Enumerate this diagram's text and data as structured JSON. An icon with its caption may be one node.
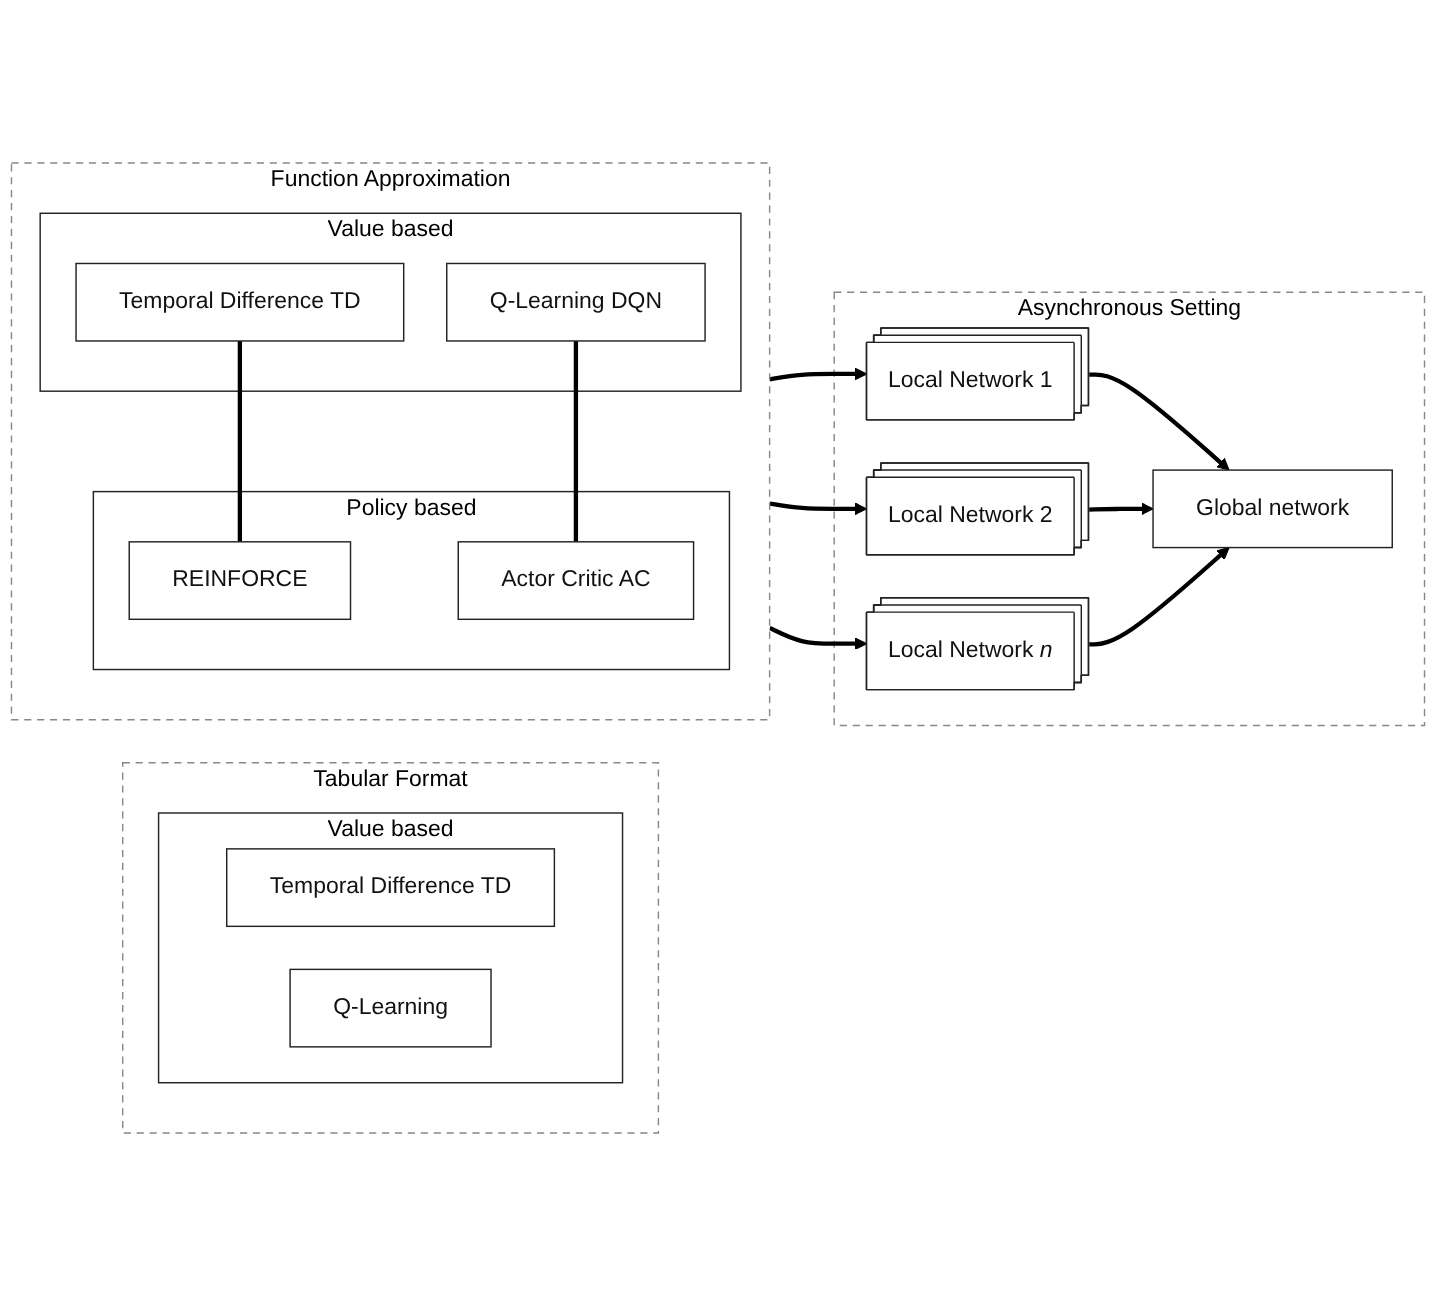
{
  "diagram": {
    "nodes": [
      {
        "text": [
          "Tabular Format"
        ]
      },
      {
        "text": [
          "Value based"
        ],
        "in": 0
      },
      {
        "text": [
          "Temporal Difference TD"
        ],
        "in": 1
      },
      {
        "text": [
          "Q-Learning"
        ],
        "in": 1
      },
      {
        "text": [
          "Function Approximation"
        ]
      },
      {
        "text": [
          "Value based"
        ],
        "in": 4
      },
      {
        "text": [
          "Temporal Difference TD"
        ],
        "in": 5
      },
      {
        "text": [
          "Q-Learning DQN"
        ],
        "in": 5
      },
      {
        "text": [
          "Policy based"
        ],
        "in": 4
      },
      {
        "text": [
          "REINFORCE"
        ],
        "in": 8
      },
      {
        "text": [
          "Actor Critic AC"
        ],
        "in": 8
      },
      {
        "text": [
          "Asynchronous Setting"
        ]
      },
      {
        "text": [
          "Global network"
        ],
        "in": 11
      },
      {
        "text": [
          "Local Network 1"
        ],
        "in": 11
      },
      {
        "text": [
          "Local Network 2"
        ],
        "in": 11
      },
      {
        "text": [
          "Local Network *n*"
        ],
        "in": 11
      }
    ],
    "edges": [
      {
        "from": 6,
        "to": 9,
        "arrow": "none"
      },
      {
        "from": 7,
        "to": 10,
        "arrow": "none"
      },
      {
        "from": 4,
        "to": 13,
        "arrow": "to"
      },
      {
        "from": 4,
        "to": 14,
        "arrow": "to"
      },
      {
        "from": 4,
        "to": 15,
        "arrow": "to"
      },
      {
        "from": 13,
        "to": 12,
        "arrow": "to"
      },
      {
        "from": 14,
        "to": 12,
        "arrow": "to"
      },
      {
        "from": 15,
        "to": 12,
        "arrow": "to"
      }
    ]
  }
}
